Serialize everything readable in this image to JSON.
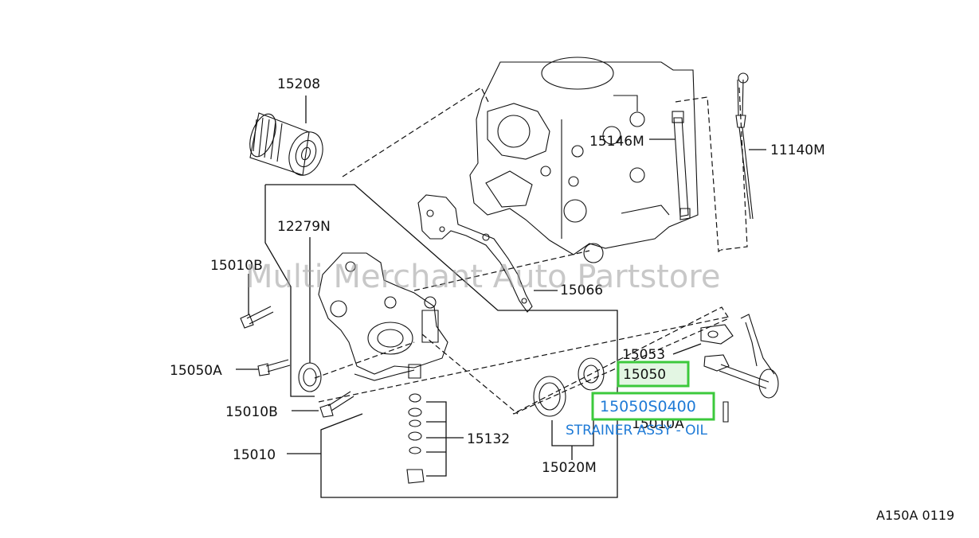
{
  "watermark": "Multi Merchant Auto Partstore",
  "labels": {
    "p15208": "15208",
    "p15146m": "15146M",
    "p11140m": "11140M",
    "p12279n": "12279N",
    "p15010b_top": "15010B",
    "p15066": "15066",
    "p15053": "15053",
    "p15050a": "15050A",
    "p15050": "15050",
    "p15050s0400": "15050S0400",
    "p15010b_bottom": "15010B",
    "p15010a": "15010A",
    "p15132": "15132",
    "p15010": "15010",
    "p15020m": "15020M"
  },
  "annotation": "STRAINER ASSY - OIL",
  "figure_code": "A150A 0119",
  "colors": {
    "highlight_border": "#3cc93c",
    "highlight_text": "#1e7ad6",
    "ink": "#111111"
  }
}
